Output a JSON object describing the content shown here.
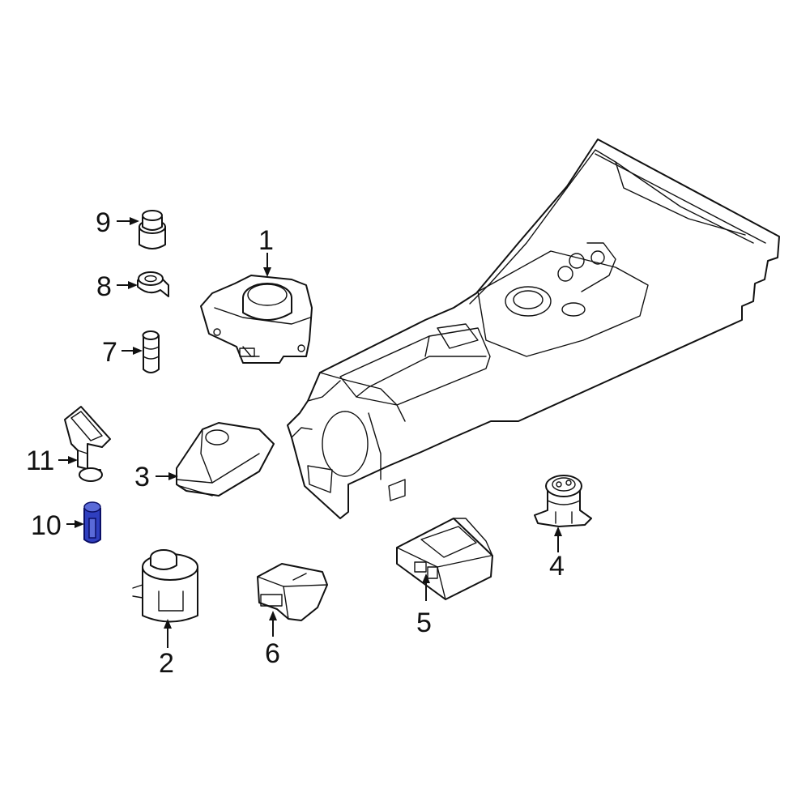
{
  "callouts": {
    "c1": "1",
    "c2": "2",
    "c3": "3",
    "c4": "4",
    "c5": "5",
    "c6": "6",
    "c7": "7",
    "c8": "8",
    "c9": "9",
    "c10": "10",
    "c11": "11"
  },
  "highlight_color": "#2f3fbf",
  "highlighted_part": "10"
}
